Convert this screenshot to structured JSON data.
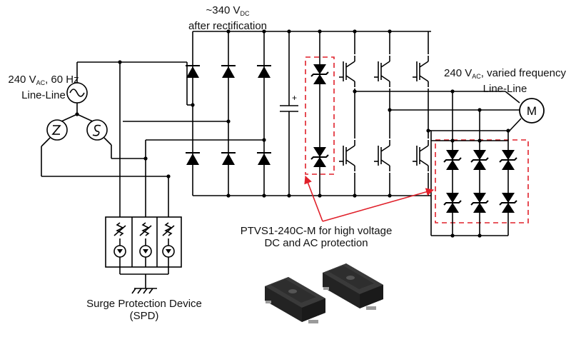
{
  "labels": {
    "dc_voltage_value": "~340 V",
    "dc_voltage_sub": "DC",
    "dc_voltage_line2": "after rectification",
    "ac_in_value": "240 V",
    "ac_in_sub": "AC",
    "ac_in_rest": ", 60 Hz",
    "ac_in_line2": "Line-Line",
    "ac_out_value": "240 V",
    "ac_out_sub": "AC",
    "ac_out_rest": ", varied frequency",
    "ac_out_line2": "Line-Line",
    "motor_symbol": "M",
    "capacitor_plus": "+",
    "ptvs_line1": "PTVS1-240C-M for high voltage",
    "ptvs_line2": "DC and AC protection",
    "spd_line1": "Surge Protection Device",
    "spd_line2": "(SPD)"
  },
  "colors": {
    "wire": "#000000",
    "highlight": "#e0202a",
    "package_body": "#232323",
    "package_top": "#3a3a3a",
    "package_lead": "#9a9a9a"
  }
}
